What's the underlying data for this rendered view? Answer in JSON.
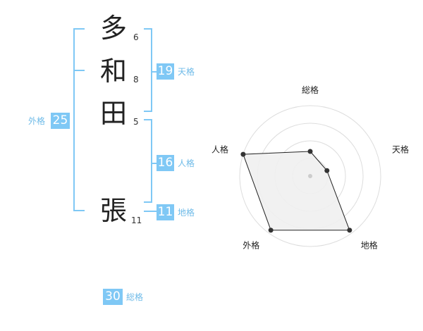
{
  "characters": [
    {
      "char": "多",
      "strokes": "6"
    },
    {
      "char": "和",
      "strokes": "8"
    },
    {
      "char": "田",
      "strokes": "5"
    },
    {
      "char": "張",
      "strokes": "11"
    }
  ],
  "fortunes": {
    "tenkaku": {
      "value": "19",
      "label": "天格"
    },
    "jinkaku": {
      "value": "16",
      "label": "人格"
    },
    "chikaku": {
      "value": "11",
      "label": "地格"
    },
    "gaikaku": {
      "value": "25",
      "label": "外格"
    },
    "soukaku": {
      "value": "30",
      "label": "総格"
    }
  },
  "colors": {
    "accent": "#7fc8f5",
    "accent_text": "#6fbbe8",
    "radar_fill": "#f0f0f0",
    "radar_stroke": "#222222"
  },
  "chart_data": {
    "type": "radar",
    "axes": [
      "総格",
      "天格",
      "地格",
      "外格",
      "人格"
    ],
    "values": [
      0.35,
      0.25,
      0.95,
      0.95,
      1.0
    ],
    "rmax": 1,
    "rings": 4
  }
}
